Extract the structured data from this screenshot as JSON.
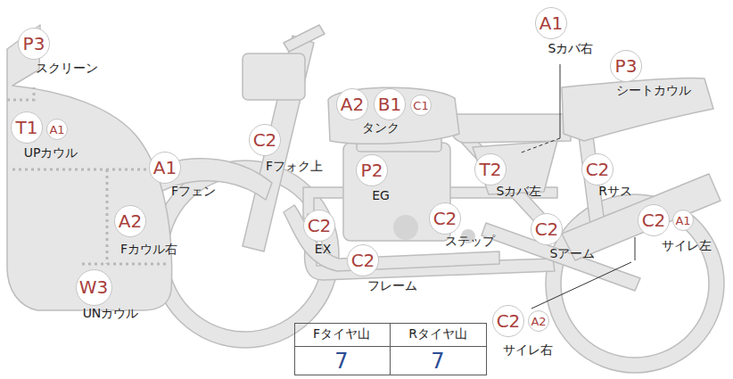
{
  "diagram": {
    "nodes": [
      {
        "text": [
          "P3"
        ]
      },
      {
        "text": [
          "A1"
        ]
      },
      {
        "text": [
          "P3"
        ]
      },
      {
        "text": [
          "A2"
        ]
      },
      {
        "text": [
          "B1"
        ]
      },
      {
        "text": [
          "C1"
        ]
      },
      {
        "text": [
          "T1"
        ]
      },
      {
        "text": [
          "A1"
        ]
      },
      {
        "text": [
          "C2"
        ]
      },
      {
        "text": [
          "A1"
        ]
      },
      {
        "text": [
          "P2"
        ]
      },
      {
        "text": [
          "T2"
        ]
      },
      {
        "text": [
          "C2"
        ]
      },
      {
        "text": [
          "C2"
        ]
      },
      {
        "text": [
          "C2"
        ]
      },
      {
        "text": [
          "A2"
        ]
      },
      {
        "text": [
          "C2"
        ]
      },
      {
        "text": [
          "C2"
        ]
      },
      {
        "text": [
          "A1"
        ]
      },
      {
        "text": [
          "C2"
        ]
      },
      {
        "text": [
          "W3"
        ]
      },
      {
        "text": [
          "C2"
        ]
      },
      {
        "text": [
          "A2"
        ]
      }
    ],
    "labels": [
      "スクリーン",
      "Sカバ右",
      "シートカウル",
      "タンク",
      "UPカウル",
      "Fフォク上",
      "Fフェン",
      "EG",
      "Sカバ左",
      "Rサス",
      "EX",
      "ステップ",
      "Fカウル右",
      "Sアーム",
      "サイレ左",
      "フレーム",
      "UNカウル",
      "サイレ右",
      "Fタイヤ山",
      "Rタイヤ山",
      "7",
      "7"
    ]
  }
}
